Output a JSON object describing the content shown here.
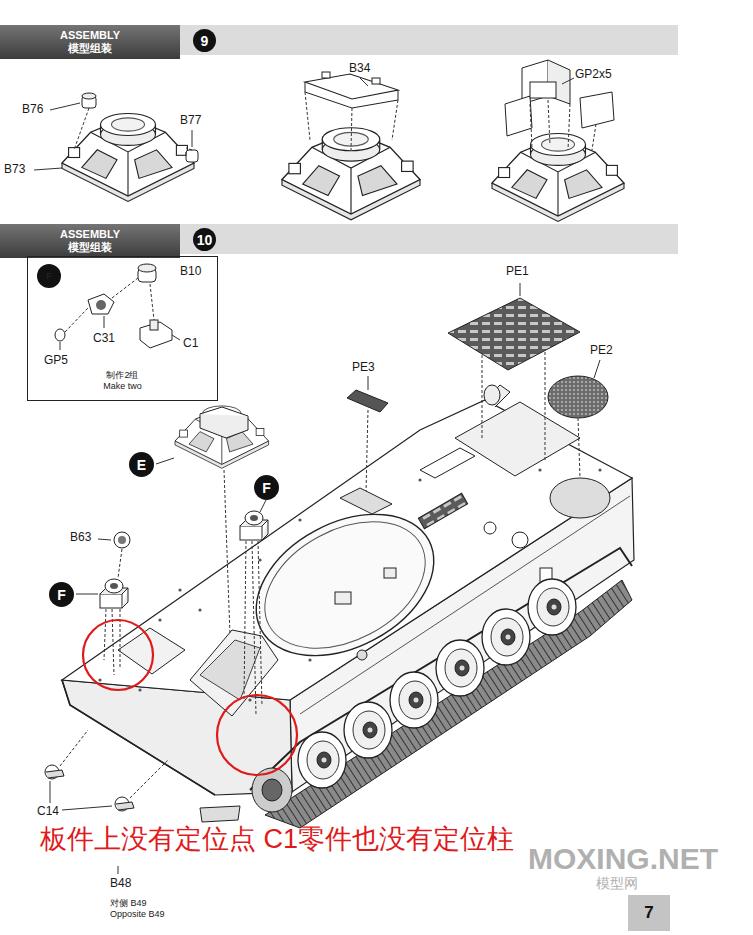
{
  "diagram": {
    "nodes": [
      {
        "text": [
          "ASSEMBLY",
          "模型组装"
        ]
      },
      {
        "text": [
          "9"
        ]
      },
      {
        "text": [
          "ASSEMBLY",
          "模型组装"
        ]
      },
      {
        "text": [
          "10"
        ]
      },
      {
        "text": [
          "制作2组",
          "Make two"
        ]
      },
      {
        "text": [
          "F"
        ],
        "in": 4
      },
      {
        "text": [
          "E"
        ]
      },
      {
        "text": [
          "F"
        ]
      },
      {
        "text": [
          "F"
        ]
      },
      {
        "text": [
          "7"
        ]
      }
    ],
    "labels": [
      "B76",
      "B77",
      "B73",
      "B34",
      "GP2x5",
      "B10",
      "C31",
      "C1",
      "GP5",
      "PE1",
      "PE2",
      "PE3",
      "B63",
      "C14",
      "B48",
      "对侧  B49",
      "Opposite B49",
      "板件上没有定位点 C1零件也没有定位柱",
      "MOXING.NET",
      "模型网"
    ]
  }
}
